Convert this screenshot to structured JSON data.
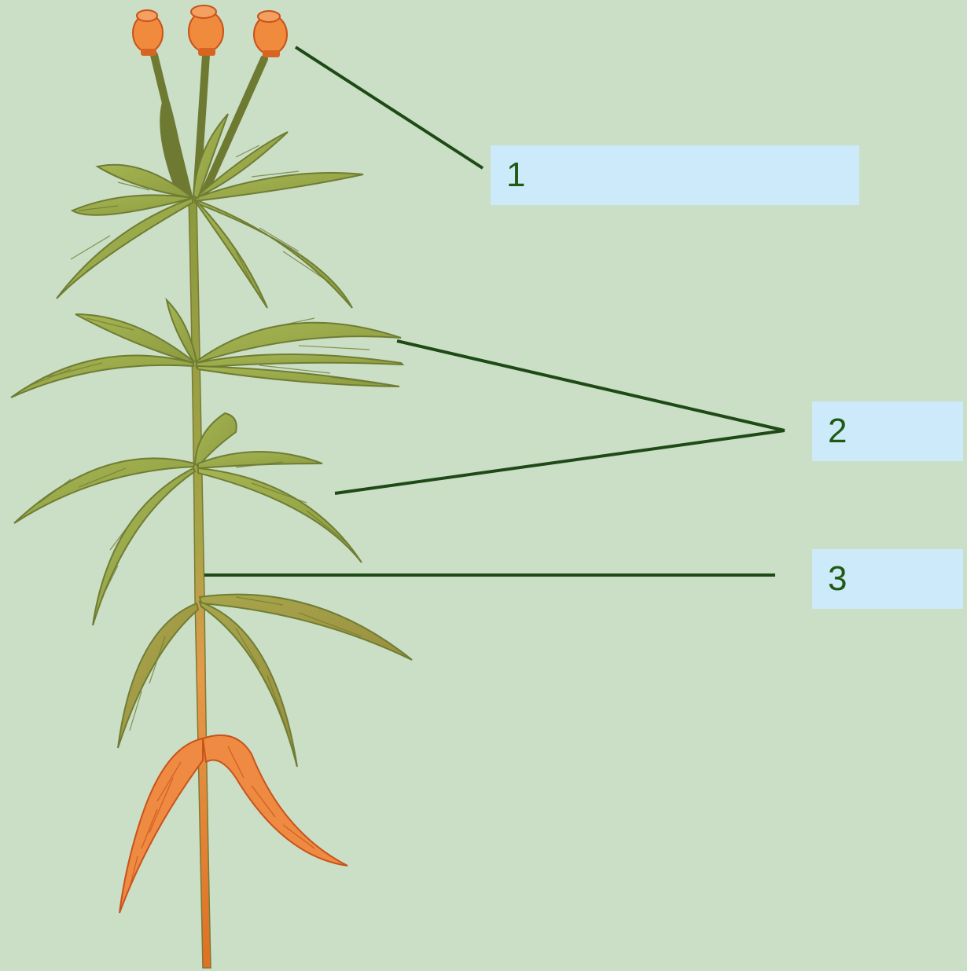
{
  "diagram": {
    "labels": [
      {
        "id": "1",
        "text": "1"
      },
      {
        "id": "2",
        "text": "2"
      },
      {
        "id": "3",
        "text": "3"
      }
    ]
  },
  "colors": {
    "background": "#cadfc6",
    "label_box": "#cdeafa",
    "label_text": "#1f5a12",
    "leader_line": "#1e4a16",
    "leaf_green": "#9aaa4a",
    "stem_orange": "#e27a2e",
    "capsule_orange": "#f08a3c"
  }
}
